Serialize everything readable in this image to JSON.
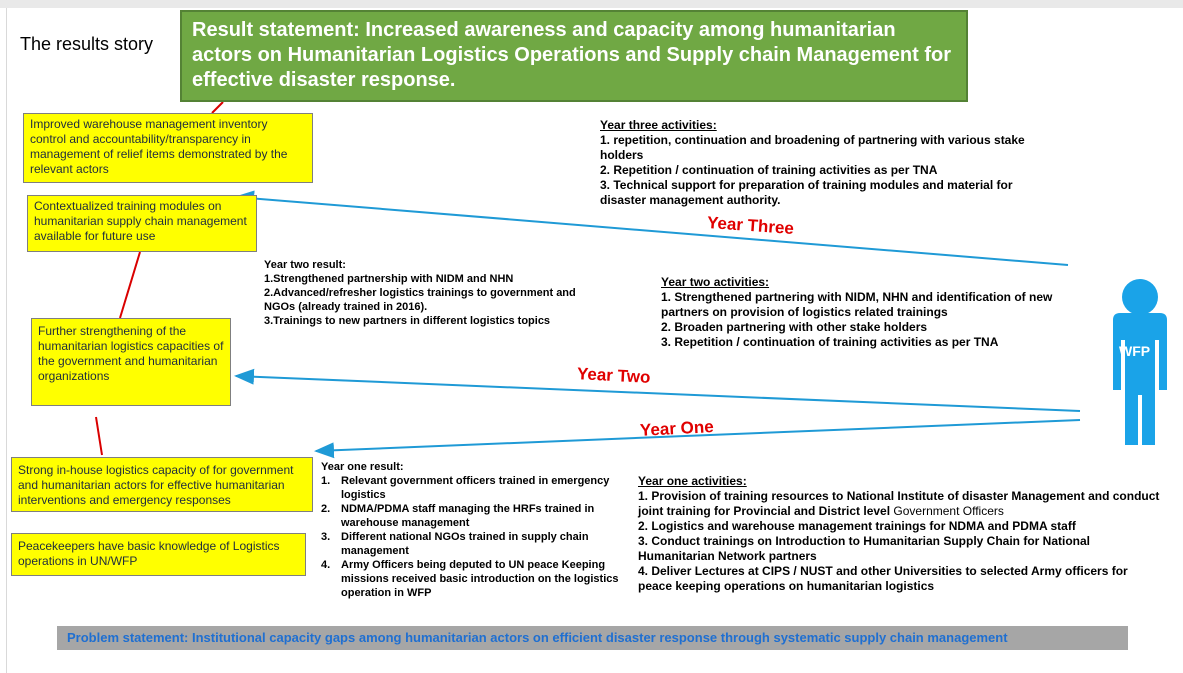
{
  "story_title": "The results story",
  "result_statement": "Result statement: Increased awareness and capacity among humanitarian actors on Humanitarian Logistics Operations and Supply chain Management for effective disaster response.",
  "outcomes": [
    "Improved warehouse management inventory control and accountability/transparency in management of relief items demonstrated by the relevant actors",
    "Contextualized training modules on humanitarian supply chain management available for future use",
    "Further strengthening of the humanitarian logistics capacities of the government and humanitarian organizations",
    "Strong in-house logistics capacity of for government and humanitarian actors for effective humanitarian interventions and emergency responses",
    "Peacekeepers have basic knowledge of Logistics operations in UN/WFP"
  ],
  "year_three_activities": {
    "heading": "Year three activities:",
    "items": [
      "1. repetition, continuation and broadening of partnering with various stake holders",
      "2. Repetition / continuation of training activities as per TNA",
      "3. Technical support for preparation of training modules and material for disaster management authority."
    ]
  },
  "year_two_result": {
    "heading": "Year two result:",
    "items": [
      "1.Strengthened partnership with NIDM and NHN",
      "2.Advanced/refresher logistics trainings to government and NGOs (already trained in 2016).",
      "3.Trainings to new partners in different logistics topics"
    ]
  },
  "year_two_activities": {
    "heading": "Year two activities:",
    "items": [
      "1. Strengthened partnering with NIDM, NHN and identification of new partners on provision of logistics related trainings",
      "2. Broaden partnering with other stake holders",
      "3. Repetition / continuation of training activities as per TNA"
    ]
  },
  "year_one_result": {
    "heading": "Year one result:",
    "items": [
      "Relevant government officers trained in emergency logistics",
      "NDMA/PDMA staff managing the HRFs trained in warehouse management",
      "Different national NGOs trained in supply chain management",
      "Army Officers being deputed to UN peace Keeping missions received basic introduction on the logistics operation in WFP"
    ],
    "numbers": [
      "1.",
      "2.",
      "3.",
      "4."
    ]
  },
  "year_one_activities": {
    "heading": "Year one activities:",
    "item1_bold": "1. Provision of training resources to National Institute of  disaster Management and conduct joint training for Provincial and District level ",
    "item1_normal": "Government Officers",
    "items": [
      "2. Logistics and warehouse management trainings for NDMA and PDMA staff",
      "3. Conduct trainings on Introduction to Humanitarian Supply Chain for National Humanitarian Network partners",
      "4. Deliver Lectures at CIPS / NUST and other Universities to selected Army officers for peace keeping operations on humanitarian logistics"
    ]
  },
  "year_labels": {
    "three": "Year Three",
    "two": "Year Two",
    "one": "Year One"
  },
  "actor_label": "WFP",
  "problem_statement": "Problem statement: Institutional capacity gaps among humanitarian actors on efficient disaster response through systematic supply chain management",
  "colors": {
    "green": "#70a844",
    "yellow": "#ffff00",
    "arrow": "#1f9ad6",
    "year_red": "#e00000",
    "person": "#1aa3e8",
    "problem_text": "#1f6fd1",
    "connector": "#d90000"
  }
}
